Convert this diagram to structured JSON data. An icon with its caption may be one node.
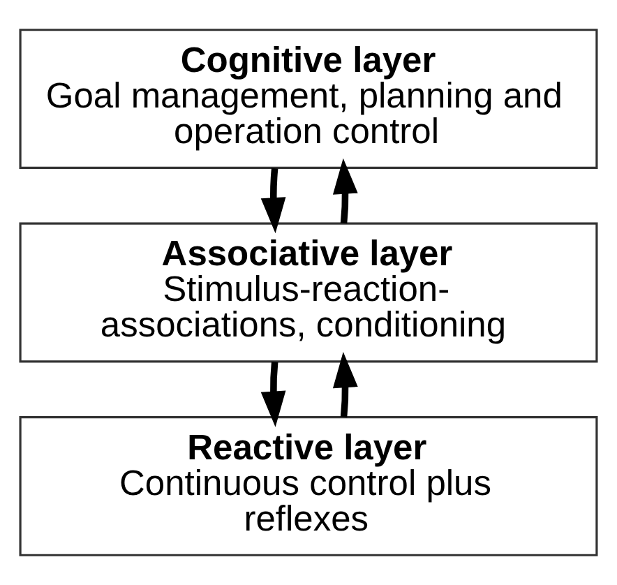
{
  "diagram": {
    "nodes": [
      {
        "text": [
          "Cognitive layer",
          "Goal management, planning and operation control"
        ]
      },
      {
        "text": [
          "Associative layer",
          "Stimulus-reaction-associations, conditioning"
        ]
      },
      {
        "text": [
          "Reactive layer",
          "Continuous control plus reflexes"
        ]
      }
    ],
    "edges": [
      {
        "from": 1,
        "to": 0,
        "arrow": "to"
      },
      {
        "from": 0,
        "to": 1,
        "arrow": "to"
      },
      {
        "from": 2,
        "to": 1,
        "arrow": "to"
      },
      {
        "from": 1,
        "to": 2,
        "arrow": "to"
      }
    ]
  }
}
